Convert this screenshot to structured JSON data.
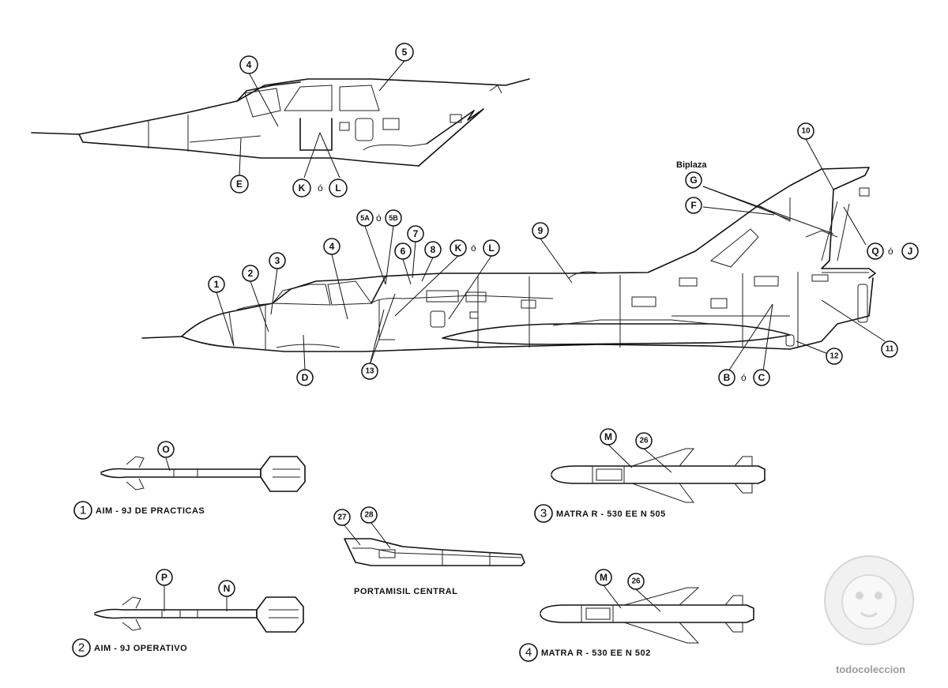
{
  "biplaza_label": "Biplaza",
  "or_word": "ó",
  "nose_section_callouts": [
    "4",
    "5",
    "E",
    "K",
    "L"
  ],
  "main_callouts": [
    "1",
    "2",
    "3",
    "4",
    "5A",
    "5B",
    "6",
    "7",
    "8",
    "K",
    "L",
    "9",
    "10",
    "G",
    "F",
    "Q",
    "J",
    "11",
    "12",
    "B",
    "C",
    "D",
    "13"
  ],
  "weapons": [
    {
      "num": "1",
      "label": "AIM - 9J  DE PRACTICAS",
      "callouts": [
        "O"
      ]
    },
    {
      "num": "2",
      "label": "AIM - 9J  OPERATIVO",
      "callouts": [
        "P",
        "N"
      ]
    },
    {
      "num": "3",
      "label": "MATRA  R - 530 EE  N 505",
      "callouts": [
        "M",
        "26"
      ]
    },
    {
      "num": "4",
      "label": "MATRA  R - 530 EE N 502",
      "callouts": [
        "M",
        "26"
      ]
    }
  ],
  "pylon": {
    "label": "PORTAMISIL  CENTRAL",
    "callouts": [
      "27",
      "28"
    ]
  },
  "watermark": "todocoleccion"
}
